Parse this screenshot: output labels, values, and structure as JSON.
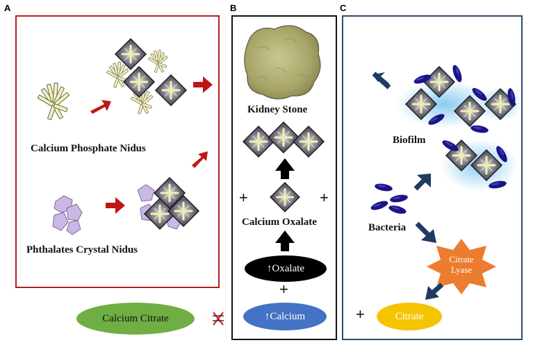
{
  "panels": {
    "a": "A",
    "b": "B",
    "c": "C"
  },
  "panel_a": {
    "phosphate_label": "Calcium Phosphate Nidus",
    "phthalates_label": "Phthalates Crystal Nidus"
  },
  "panel_b": {
    "stone_label": "Kidney Stone",
    "oxalate_label": "Calcium Oxalate",
    "oxalate_pill": "↑Oxalate",
    "calcium_pill": "↑Calcium",
    "plus": "+"
  },
  "panel_c": {
    "biofilm_label": "Biofilm",
    "bacteria_label": "Bacteria",
    "lyase_label": "Citrate Lyase",
    "citrate_pill": "Citrate",
    "plus": "+"
  },
  "bottom": {
    "calcium_citrate": "Calcium Citrate"
  },
  "colors": {
    "panel_a_border": "#b41e1e",
    "panel_b_border": "#111111",
    "panel_c_border": "#2e4a72",
    "red_arrow": "#c01515",
    "navy_arrow": "#1f3a63",
    "calcium_citrate_fill": "#6fae43",
    "calcium_fill": "#4472c4",
    "citrate_fill": "#f5c400",
    "lyase_fill": "#ec7c30",
    "oxalate_fill": "#000000"
  }
}
